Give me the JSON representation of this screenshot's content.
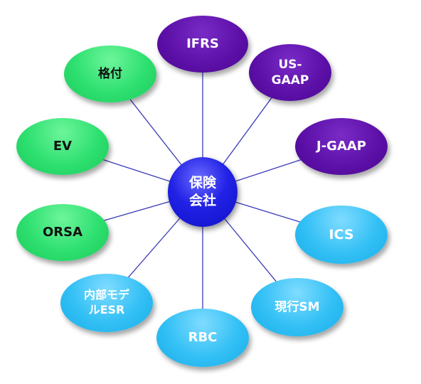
{
  "center": {
    "label": "保険\n会社"
  },
  "nodes": {
    "ifrs": "IFRS",
    "us_gaap": "US-\nGAAP",
    "j_gaap": "J-GAAP",
    "ics": "ICS",
    "genko_sm": "現行SM",
    "rbc": "RBC",
    "naibu_model_esr": "内部モデ\nルESR",
    "orsa": "ORSA",
    "ev": "EV",
    "kakuzuke": "格付"
  },
  "colors": {
    "purple": "#5b0fa6",
    "green": "#2ee070",
    "blue": "#33c0f5",
    "center": "#1a1ad8",
    "connector": "#3a3ab8"
  }
}
